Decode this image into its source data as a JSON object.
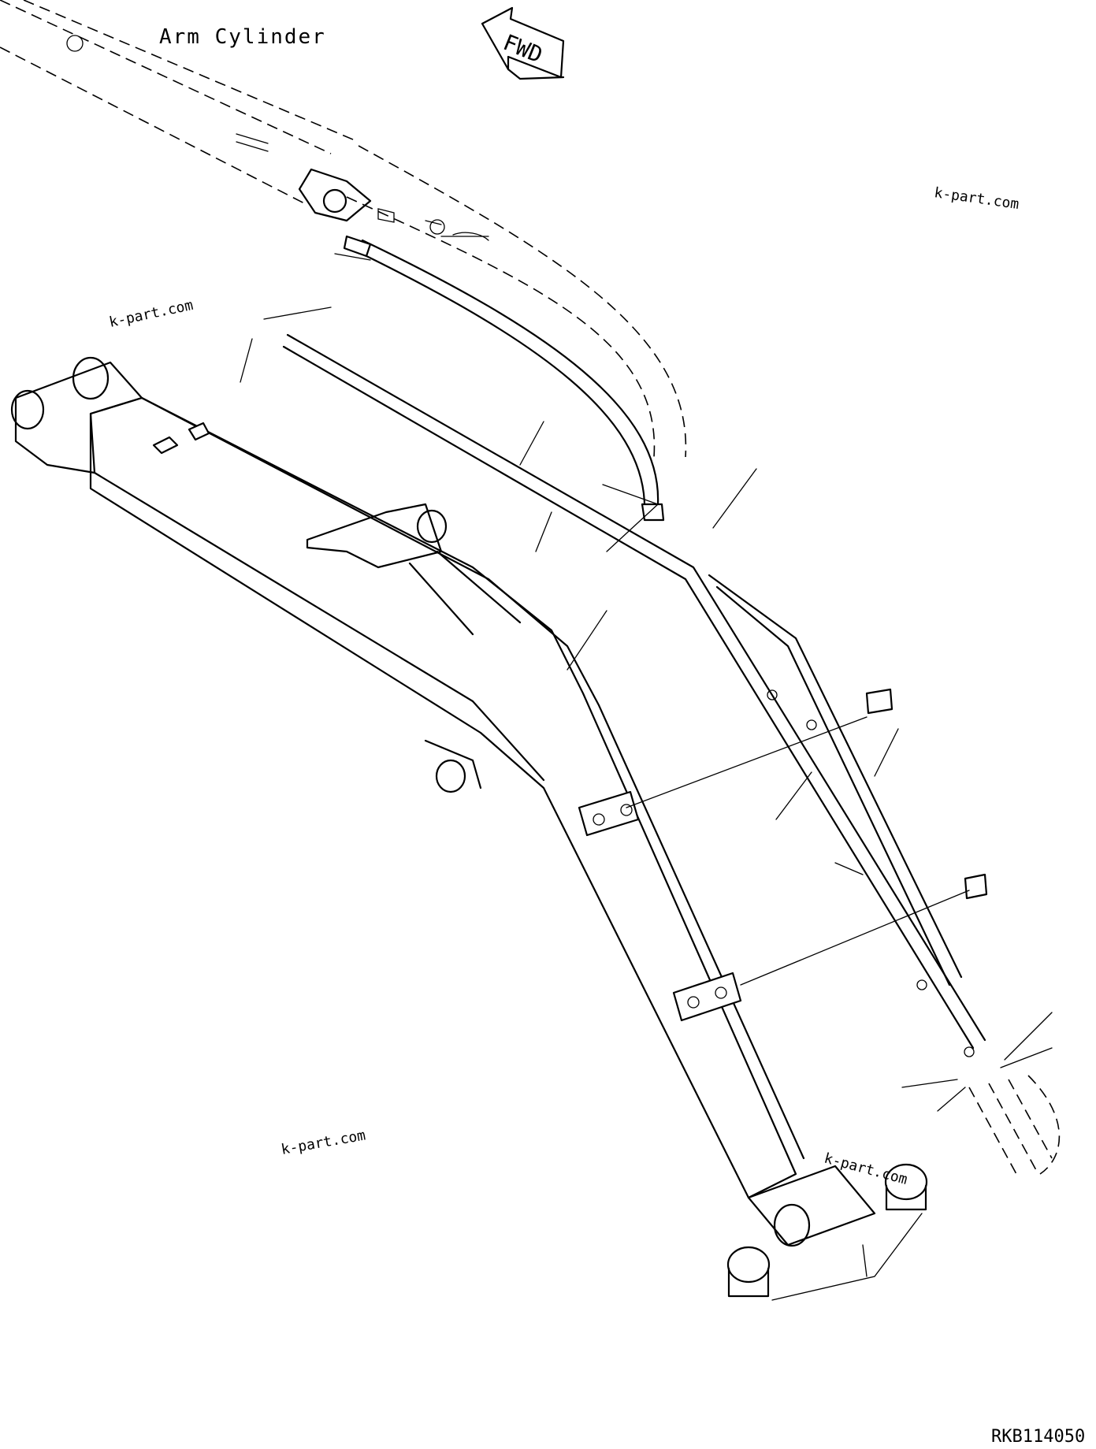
{
  "diagram": {
    "title_label": "Arm Cylinder",
    "direction_arrow": "FWD",
    "drawing_code": "RKB114050",
    "watermarks": [
      "k-part.com",
      "k-part.com",
      "k-part.com",
      "k-part.com"
    ]
  }
}
